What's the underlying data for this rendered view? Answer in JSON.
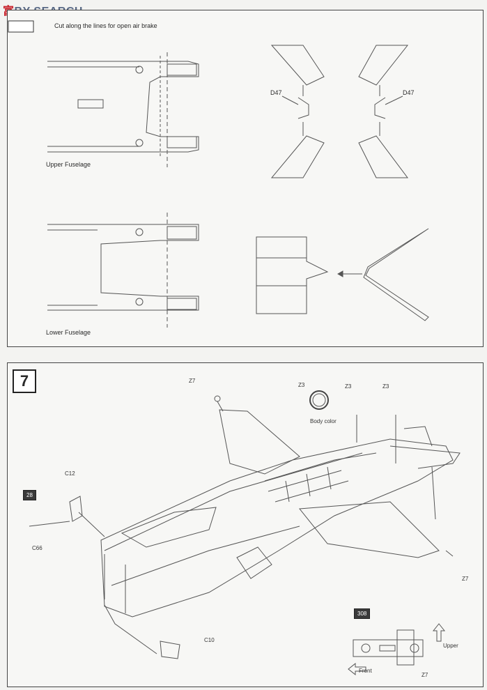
{
  "watermark": {
    "part_a": "富",
    "part_b": "BY SEARCH"
  },
  "top_panel": {
    "instruction": "Cut along the lines for open air brake",
    "upper_fuselage": "Upper Fuselage",
    "lower_fuselage": "Lower Fuselage",
    "part_left": "D47",
    "part_right": "D47"
  },
  "bottom_panel": {
    "step_number": "7",
    "labels": {
      "z7_top": "Z7",
      "z3_a": "Z3",
      "z3_b": "Z3",
      "z3_c": "Z3",
      "body_color": "Body color",
      "c12": "C12",
      "c66": "C66",
      "c10": "C10",
      "z7_right": "Z7",
      "z7_bottom": "Z7",
      "upper": "Upper",
      "front": "Front"
    },
    "tags": {
      "paint_28": "28",
      "paint_308": "308"
    }
  }
}
